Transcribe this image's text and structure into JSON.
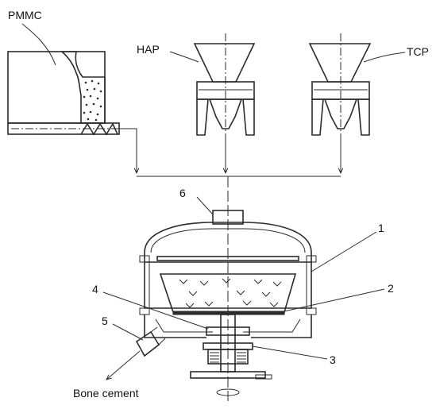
{
  "labels": {
    "pmmc": "PMMC",
    "hap": "HAP",
    "tcp": "TCP",
    "bone_cement": "Bone cement",
    "n1": "1",
    "n2": "2",
    "n3": "3",
    "n4": "4",
    "n5": "5",
    "n6": "6"
  }
}
